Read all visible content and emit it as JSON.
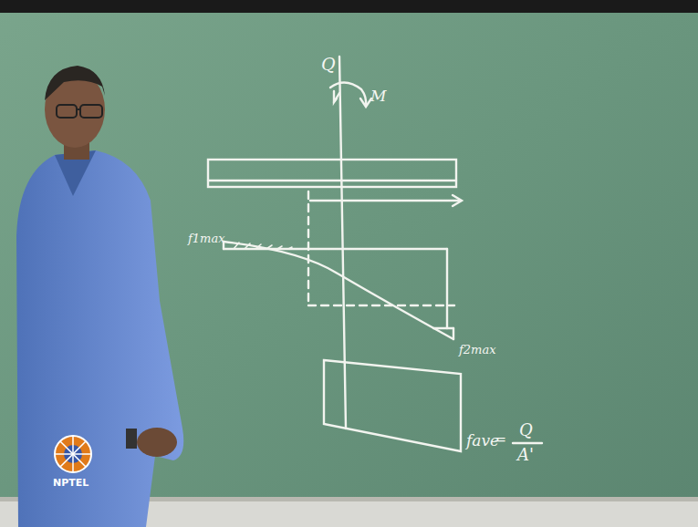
{
  "diagram": {
    "labels": [
      "Q",
      "M",
      "f1max",
      "f2max",
      "fave",
      "=",
      "Q",
      "A'",
      "NPTEL"
    ]
  }
}
